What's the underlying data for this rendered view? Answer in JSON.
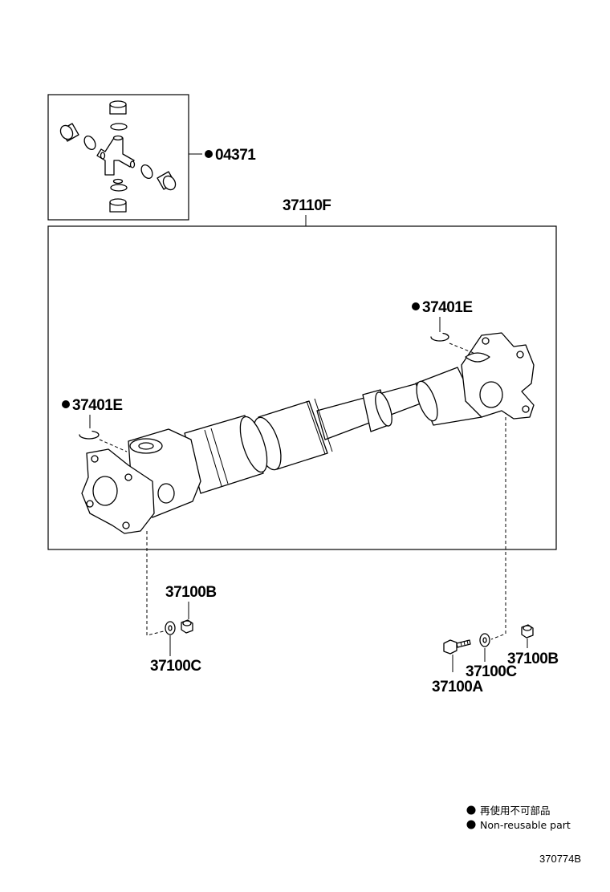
{
  "labels": {
    "universal_joint_kit": "04371",
    "propeller_shaft_assy": "37110F",
    "snap_ring_rear": "37401E",
    "snap_ring_front": "37401E",
    "nut_front": "37100B",
    "washer_front": "37100C",
    "bolt_rear": "37100A",
    "washer_rear": "37100C",
    "nut_rear": "37100B"
  },
  "legend": {
    "japanese": "再使用不可部品",
    "english": "Non-reusable part"
  },
  "diagram_code": "370774B",
  "colors": {
    "line": "#000000",
    "background": "#ffffff"
  }
}
